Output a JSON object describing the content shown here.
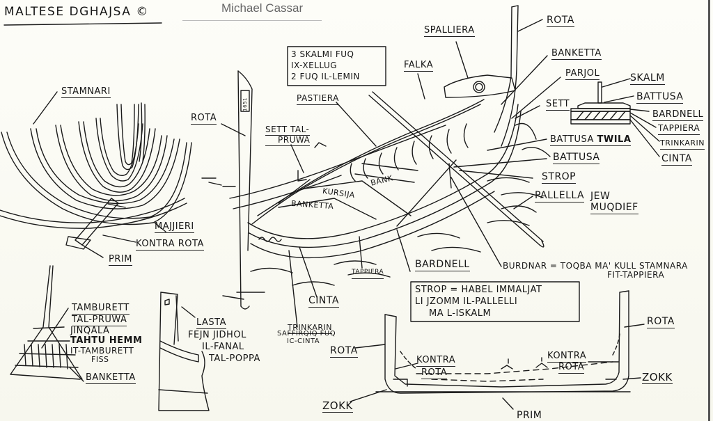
{
  "header": {
    "title": "MALTESE DGHAJSA ©",
    "author": "Michael Cassar"
  },
  "notes": {
    "skalmi": [
      "3 SKALMI FUQ",
      "IX-XELLUG",
      "2 FUQ IL-LEMIN"
    ],
    "strop": [
      "STROP = HABEL IMMALJAT",
      "LI JZOMM IL-PALLELLI",
      "MA L-ISKALM"
    ],
    "burdnar": [
      "BURDNAR = TOQBA MA' KULL STAMNARA",
      "FIT-TAPPIERA"
    ],
    "boat_number": "1651"
  },
  "labels": {
    "frames": {
      "stamnari": "STAMNARI",
      "majjieri": "MAJJIERI",
      "kontra_rota": "KONTRA ROTA",
      "prim": "PRIM"
    },
    "bow": {
      "tamburett": "TAMBURETT",
      "tal_pruwa": "TAL-PRUWA",
      "desc": [
        "JINQALA",
        "TAHTU HEMM",
        "IT-TAMBURETT",
        "FISS"
      ],
      "banketta": "BANKETTA"
    },
    "stern": {
      "lasta": "LASTA",
      "desc": [
        "FEJN JIDHOL",
        "IL-FANAL",
        "TAL-POPPA"
      ]
    },
    "main": {
      "rota_left": "ROTA",
      "spalliera": "SPALLIERA",
      "rota_top": "ROTA",
      "banketta_top": "BANKETTA",
      "falka": "FALKA",
      "pastiera": "PASTIERA",
      "parjol": "PARJOL",
      "sett": "SETT",
      "sett_tal_pruwa": [
        "SETT TAL-",
        "PRUWA"
      ],
      "bank": "BANK",
      "kursija": "KURSIJA",
      "banketta_in": "BANKETTA",
      "battusa_twila_a": "BATTUSA",
      "battusa_twila_b": "TWILA",
      "battusa": "BATTUSA",
      "strop": "STROP",
      "pallella": "PALLELLA",
      "jew_muqdief": [
        "JEW",
        "MUQDIEF"
      ],
      "bardnell": "BARDNELL",
      "tappiera": "TAPPIERA",
      "cinta": "CINTA",
      "trinkarin": "TRINKARIN",
      "trinkarin_desc": [
        "SAFFIRQIQ FUQ",
        "IC-CINTA"
      ]
    },
    "section": {
      "skalm": "SKALM",
      "battusa": "BATTUSA",
      "bardnell": "BARDNELL",
      "tappiera": "TAPPIERA",
      "trinkarin": "TRINKARIN",
      "cinta": "CINTA"
    },
    "cross_section": {
      "rota_left": "ROTA",
      "rota_right": "ROTA",
      "kontra_left": "KONTRA",
      "rota_kl": "ROTA",
      "kontra_right": "KONTRA",
      "rota_kr": "ROTA",
      "zokk_left": "ZOKK",
      "zokk_right": "ZOKK",
      "prim": "PRIM"
    }
  },
  "colors": {
    "paper": "#fbfbf4",
    "ink": "#1a1a1a",
    "author_grey": "#666666"
  }
}
